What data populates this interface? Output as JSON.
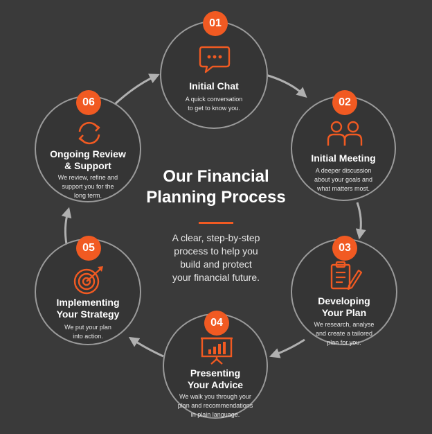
{
  "center": {
    "title": "Our Financial\nPlanning Process",
    "subtitle": "A clear, step-by-step\nprocess to help you\nbuild and protect\nyour financial future."
  },
  "colors": {
    "background": "#3a3a3a",
    "accent": "#f15a22",
    "ring": "#9a9a9a",
    "arrow": "#b0b0b0"
  },
  "steps": [
    {
      "number": "01",
      "title": "Initial Chat",
      "description": "A quick conversation\nto get to know you.",
      "icon": "chat-bubble-icon"
    },
    {
      "number": "02",
      "title": "Initial Meeting",
      "description": "A deeper discussion\nabout your goals and\nwhat matters most.",
      "icon": "people-icon"
    },
    {
      "number": "03",
      "title": "Developing\nYour Plan",
      "description": "We research, analyse\nand create a tailored\nplan for you.",
      "icon": "clipboard-pencil-icon"
    },
    {
      "number": "04",
      "title": "Presenting\nYour Advice",
      "description": "We walk you through your\nplan and recommendations\nin plain language.",
      "icon": "presentation-chart-icon"
    },
    {
      "number": "05",
      "title": "Implementing\nYour Strategy",
      "description": "We put your plan\ninto action.",
      "icon": "target-icon"
    },
    {
      "number": "06",
      "title": "Ongoing Review\n& Support",
      "description": "We review, refine and\nsupport you for the\nlong term.",
      "icon": "refresh-cycle-icon"
    }
  ]
}
